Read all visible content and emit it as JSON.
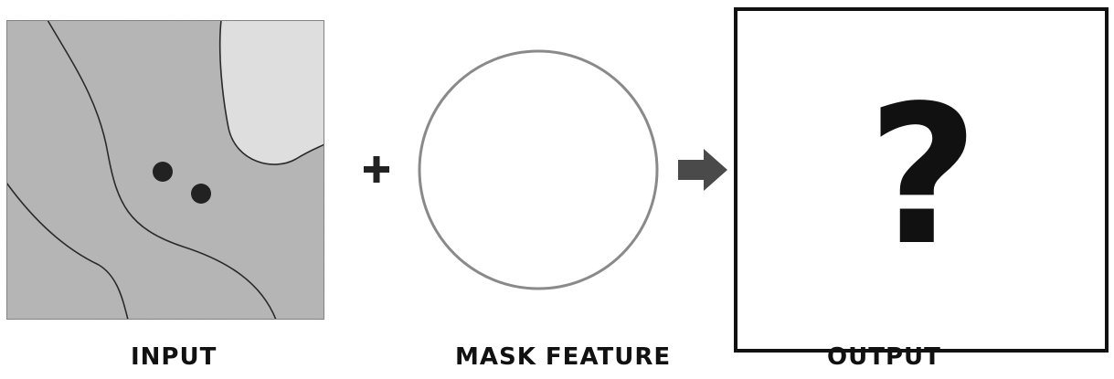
{
  "diagram": {
    "labels": {
      "input": "INPUT",
      "mask": "MASK FEATURE",
      "output": "OUTPUT"
    },
    "operator": "+",
    "output_symbol": "?",
    "colors": {
      "map_fill": "#b5b5b5",
      "map_light_region": "#dedede",
      "lines": "#2a2a2a",
      "points": "#222222",
      "mask_fill": "#ffffff",
      "output_border": "#111111",
      "arrow": "#4a4a4a"
    },
    "input_points_count": 2
  }
}
